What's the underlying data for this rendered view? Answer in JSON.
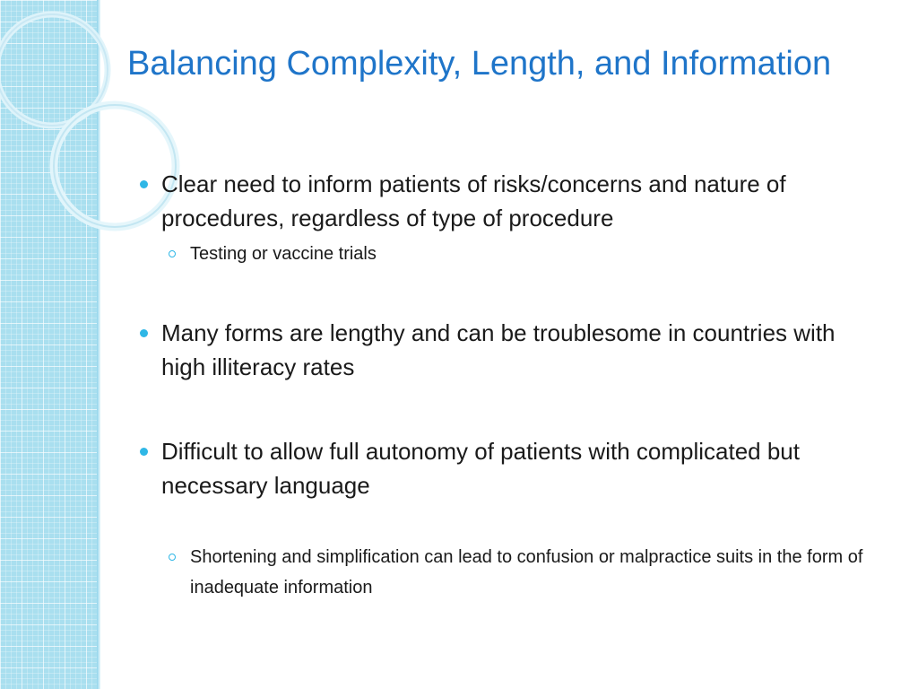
{
  "slide": {
    "title": "Balancing Complexity, Length, and Information",
    "bullets": [
      {
        "text": "Clear need to inform patients of risks/concerns and nature of procedures, regardless of type of procedure",
        "subs": [
          "Testing or vaccine trials"
        ]
      },
      {
        "text": "Many forms are lengthy and can be troublesome in countries with high illiteracy rates",
        "subs": []
      },
      {
        "text": "Difficult to allow full autonomy of patients with complicated but necessary language",
        "subs": [
          "Shortening and simplification can lead to confusion or malpractice suits in the form of inadequate information"
        ]
      }
    ]
  },
  "theme": {
    "title_color": "#1f75c9",
    "bullet_color": "#2fb7e6",
    "strip_color": "#a9dfef",
    "icons": {
      "bullet": "filled-circle-bullet",
      "sub_bullet": "hollow-circle-bullet"
    }
  }
}
